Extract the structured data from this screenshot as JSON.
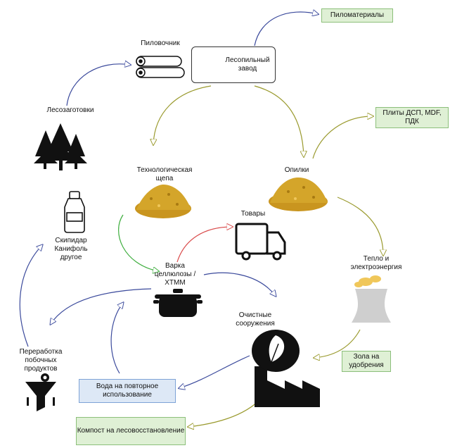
{
  "labels": {
    "logging": "Лесозаготовки",
    "sawlogs": "Пиловочник",
    "sawmill": "Лесопильный завод",
    "lumber": "Пиломатериалы",
    "panels": "Плиты ДСП, MDF, ПДК",
    "chips": "Технологическая щепа",
    "sawdust": "Опилки",
    "goods": "Товары",
    "pulping": "Варка целлюлозы / ХТММ",
    "heat_power": "Тепло и электроэнергия",
    "turpentine": "Скипидар Канифоль другое",
    "treatment": "Очистные сооружения",
    "ash": "Зола на удобрения",
    "byproducts": "Переработка побочных продуктов",
    "water_reuse": "Вода на повторное использование",
    "compost": "Компост на лесовосстановление"
  },
  "colors": {
    "blue_arrow": "#3b4a9c",
    "olive_arrow": "#9a9a2e",
    "green_arrow": "#3fae3f",
    "red_arrow": "#d94a4a",
    "green_box": "#dff0d5",
    "blue_box": "#dde8f6",
    "wood": "#d4a52a",
    "dark": "#111111",
    "stack": "#cfcfcf"
  }
}
